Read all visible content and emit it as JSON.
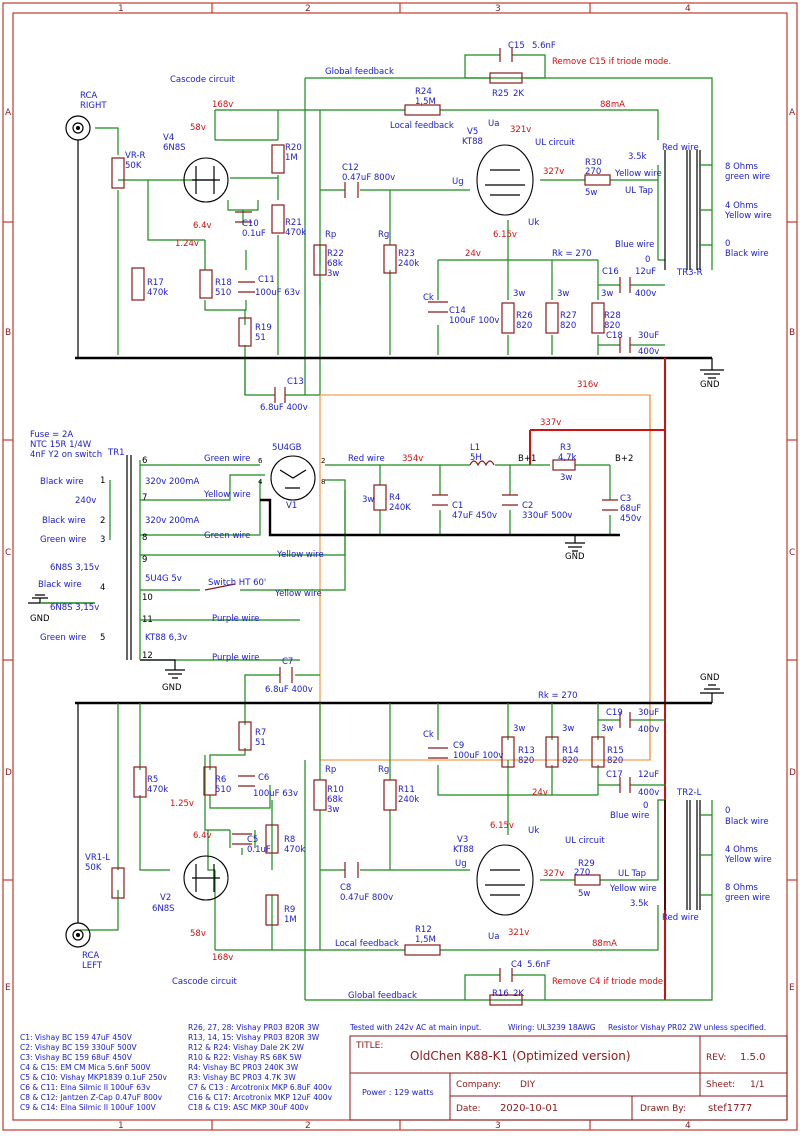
{
  "frame": {
    "col_labels": [
      "1",
      "2",
      "3",
      "4"
    ],
    "row_labels": [
      "A",
      "B",
      "C",
      "D",
      "E"
    ]
  },
  "right_channel": {
    "rca_label": "RCA",
    "rca_side": "RIGHT",
    "cascode_label": "Cascode circuit",
    "global_feedback": "Global feedback",
    "local_feedback": "Local feedback",
    "ul_circuit": "UL circuit",
    "c15": "C15",
    "c15_val": "5.6nF",
    "c15_note": "Remove C15 if triode mode.",
    "r25": "R25",
    "r25_val": "2K",
    "r24": "R24",
    "r24_val": "1,5M",
    "v168": "168v",
    "v88ma": "88mA",
    "v4": "V4",
    "v4_type": "6N8S",
    "v58": "58v",
    "v321": "321v",
    "v5": "V5",
    "v5_type": "KT88",
    "ua": "Ua",
    "uk": "Uk",
    "ug": "Ug",
    "vrr": "VR-R",
    "vrr_val": "50K",
    "r20": "R20",
    "r20_val": "1M",
    "r21": "R21",
    "r21_val": "470k",
    "c10": "C10",
    "c10_val": "0.1uF",
    "v64": "6.4v",
    "v124": "1.24v",
    "c12": "C12",
    "c12_val": "0.47uF 800v",
    "v327": "327v",
    "r30": "R30",
    "r30_val": "270",
    "r30_w": "5w",
    "yellow_wire": "Yellow wire",
    "ul_tap": "UL Tap",
    "v35k": "3.5k",
    "red_wire": "Red wire",
    "o8": "8 Ohms",
    "o8w": "green wire",
    "o4": "4 Ohms",
    "o4w": "Yellow wire",
    "o0": "0",
    "o0w": "Black wire",
    "blue_wire": "Blue wire",
    "tr3": "TR3-R",
    "v615": "6.15v",
    "rp": "Rp",
    "rg": "Rg",
    "r22": "R22",
    "r22_val": "68k",
    "r22_w": "3w",
    "r23": "R23",
    "r23_val": "240k",
    "v24": "24v",
    "rk": "Rk = 270",
    "c16": "C16",
    "c16_val": "12uF",
    "c16_v": "400v",
    "r17": "R17",
    "r17_val": "470k",
    "r18": "R18",
    "r18_val": "510",
    "c11": "C11",
    "c11_val": "100uF 63v",
    "ck": "Ck",
    "c14": "C14",
    "c14_val": "100uF 100v",
    "r26": "R26",
    "r26_val": "820",
    "r27": "R27",
    "r27_val": "820",
    "r28": "R28",
    "r28_val": "820",
    "w3": "3w",
    "r19": "R19",
    "r19_val": "51",
    "c18": "C18",
    "c18_val": "30uF",
    "c18_v": "400v",
    "gnd": "GND",
    "c13": "C13",
    "c13_val": "6.8uF 400v",
    "v316": "316v"
  },
  "psu": {
    "fuse": "Fuse = 2A",
    "ntc": "NTC 15R 1/4W",
    "snub": "4nF Y2 on switch",
    "tr1": "TR1",
    "v5u4": "5U4GB",
    "v337": "337v",
    "green_wire": "Green wire",
    "red_wire": "Red wire",
    "v354": "354v",
    "l1": "L1",
    "l1_val": "5H",
    "b1": "B+1",
    "r3": "R3",
    "r3_val": "4,7k",
    "r3_w": "3w",
    "b2": "B+2",
    "sec1": "320v 200mA",
    "sec2": "320v 200mA",
    "yellow_wire": "Yellow wire",
    "black_wire": "Black wire",
    "v240": "240v",
    "v1": "V1",
    "r4": "R4",
    "r4_val": "240K",
    "r4_w": "3w",
    "c1": "C1",
    "c1_val": "47uF 450v",
    "c2": "C2",
    "c2_val": "330uF 500v",
    "c3": "C3",
    "c3_val": "68uF",
    "c3_v": "450v",
    "gnd": "GND",
    "sec_6n8s_a": "6N8S 3,15v",
    "sec_5u4g": "5U4G 5v",
    "switch": "Switch HT 60'",
    "sec_6n8s_b": "6N8S 3,15v",
    "purple_wire": "Purple wire",
    "sec_kt88": "KT88 6,3v",
    "pins": [
      "6",
      "1",
      "7",
      "2",
      "3",
      "8",
      "9",
      "4",
      "10",
      "11",
      "5",
      "12"
    ],
    "tube_pins": [
      "6",
      "2",
      "4",
      "8"
    ]
  },
  "left_channel": {
    "c7": "C7",
    "c7_val": "6.8uF 400v",
    "gnd": "GND",
    "rk": "Rk = 270",
    "r7": "R7",
    "r7_val": "51",
    "c19": "C19",
    "c19_val": "30uF",
    "c19_v": "400v",
    "ck": "Ck",
    "c9": "C9",
    "c9_val": "100uF 100v",
    "r13": "R13",
    "r13_val": "820",
    "r14": "R14",
    "r14_val": "820",
    "r15": "R15",
    "r15_val": "820",
    "w3": "3w",
    "r5": "R5",
    "r5_val": "470k",
    "r6": "R6",
    "r6_val": "510",
    "c6": "C6",
    "c6_val": "100uF 63v",
    "rp": "Rp",
    "rg": "Rg",
    "r10": "R10",
    "r10_val": "68k",
    "r10_w": "3w",
    "r11": "R11",
    "r11_val": "240k",
    "c17": "C17",
    "c17_val": "12uF",
    "c17_v": "400v",
    "v125": "1.25v",
    "v24": "24v",
    "blue_wire": "Blue wire",
    "tr2": "TR2-L",
    "o0": "0",
    "o0w": "Black wire",
    "v64": "6.4v",
    "c5": "C5",
    "c5_val": "0.1uF",
    "r8": "R8",
    "r8_val": "470k",
    "v615": "6.15v",
    "uk": "Uk",
    "ul_circuit": "UL circuit",
    "v3": "V3",
    "v3_type": "KT88",
    "o4": "4 Ohms",
    "o4w": "Yellow wire",
    "vr1l": "VR1-L",
    "vr1l_val": "50K",
    "ug": "Ug",
    "v327": "327v",
    "r29": "R29",
    "r29_val": "270",
    "r29_w": "5w",
    "ul_tap": "UL Tap",
    "yellow_wire": "Yellow wire",
    "o8": "8 Ohms",
    "o8w": "green wire",
    "v2": "V2",
    "v2_type": "6N8S",
    "c8": "C8",
    "c8_val": "0.47uF 800v",
    "v35k": "3.5k",
    "red_wire": "Red wire",
    "r9": "R9",
    "r9_val": "1M",
    "r12": "R12",
    "r12_val": "1,5M",
    "ua": "Ua",
    "v321": "321v",
    "rca_label": "RCA",
    "rca_side": "LEFT",
    "v58": "58v",
    "v168": "168v",
    "local_feedback": "Local feedback",
    "v88ma": "88mA",
    "c4": "C4",
    "c4_val": "5.6nF",
    "cascode_label": "Cascode circuit",
    "c4_note": "Remove C4 if triode mode.",
    "r16": "R16",
    "r16_val": "2K",
    "global_feedback": "Global feedback"
  },
  "parts_list": {
    "col1": [
      "C1: Vishay BC 159 47uF 450V",
      "C2: Vishay BC 159 330uF 500V",
      "C3: Vishay BC 159 68uF 450V",
      "C4 & C15: EM CM Mica 5.6nF 500V",
      "C5 & C10: Vishay MKP1839 0.1uF 250v",
      "C6 & C11: Elna Silmic II 100uF 63v",
      "C8 & C12: Jantzen Z-Cap 0.47uF 800v",
      "C9 & C14: Elna Silmic II 100uF 100V"
    ],
    "col2": [
      "R26, 27, 28: Vishay PR03 820R 3W",
      "R13, 14, 15: Vishay PR03 820R 3W",
      "R12 & R24: Vishay Dale 2K 2W",
      "R10 & R22: Vishay RS 68K 5W",
      "R4: Vishay BC PR03 240K 3W",
      "R3: Vishay BC PR03 4.7K 3W",
      "C7 & C13 : Arcotronix MKP 6.8uF 400v",
      "C16 & C17: Arcotronix MKP 12uF 400v",
      "C18 & C19: ASC MKP 30uF 400v"
    ]
  },
  "notes": {
    "tested": "Tested with 242v AC at main input.",
    "wiring": "Wiring: UL3239 18AWG",
    "resistor": "Resistor Vishay PR02 2W unless specified."
  },
  "title_block": {
    "title_label": "TITLE:",
    "title": "OldChen K88-K1 (Optimized version)",
    "rev_label": "REV:",
    "rev": "1.5.0",
    "power": "Power : 129 watts",
    "company_label": "Company:",
    "company": "DIY",
    "sheet_label": "Sheet:",
    "sheet": "1/1",
    "date_label": "Date:",
    "date": "2020-10-01",
    "drawn_label": "Drawn By:",
    "drawn": "stef1777"
  }
}
